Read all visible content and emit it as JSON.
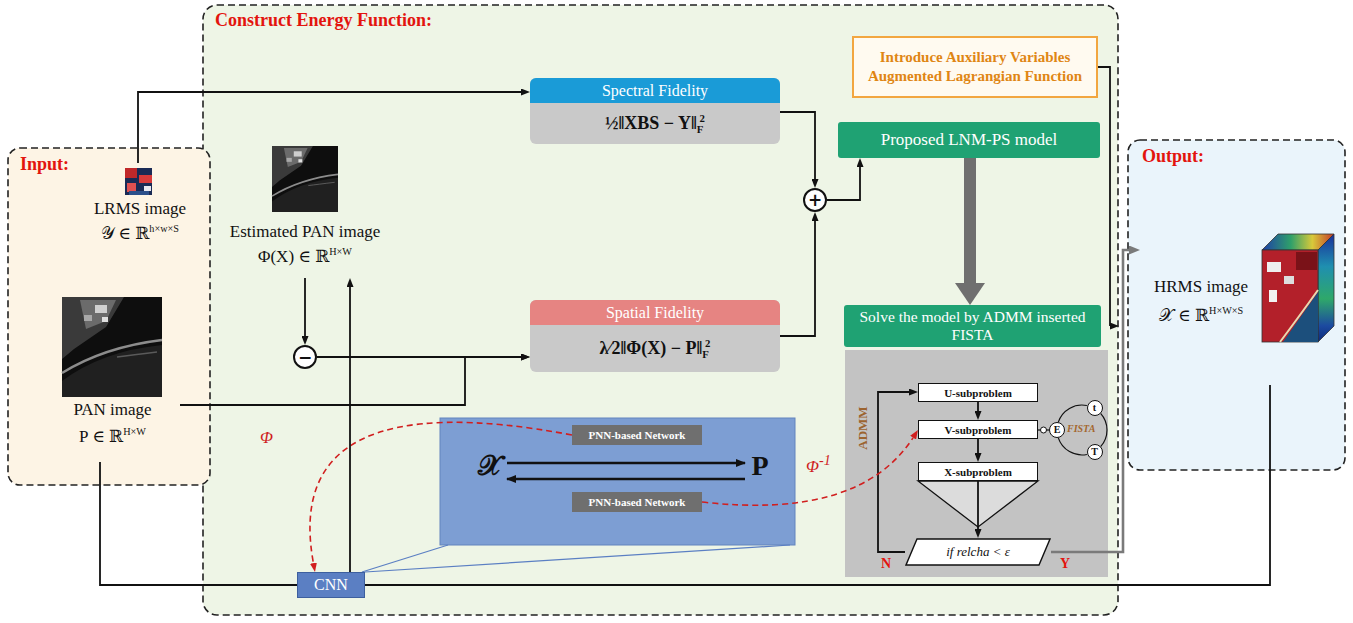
{
  "diagram": {
    "nodes": [
      {
        "text": [
          "Input:"
        ]
      },
      {
        "text": [
          "LRMS image",
          "𝒴 ∈ ℝh×w×S"
        ],
        "in": 0
      },
      {
        "text": [
          "PAN image",
          "P ∈ ℝH×W"
        ],
        "in": 0
      },
      {
        "text": [
          "Construct Energy Function:"
        ]
      },
      {
        "text": [
          "Spectral Fidelity",
          "½‖XBS − Y‖F2"
        ],
        "in": 3
      },
      {
        "text": [
          "Introduce Auxiliary Variables Augmented Lagrangian Function"
        ],
        "in": 3
      },
      {
        "text": [
          "Estimated PAN image",
          "Φ(X) ∈ ℝH×W"
        ],
        "in": 3
      },
      {
        "text": [
          "−"
        ],
        "in": 3
      },
      {
        "text": [
          "+"
        ],
        "in": 3
      },
      {
        "text": [
          "Proposed LNM-PS model"
        ],
        "in": 3
      },
      {
        "text": [
          "Spatial Fidelity",
          "λ⁄2‖Φ(X) − P‖F2"
        ],
        "in": 3
      },
      {
        "text": [
          "Solve the model by ADMM inserted FISTA"
        ],
        "in": 3
      },
      {
        "text": [
          "𝒳",
          "P"
        ],
        "in": 3
      },
      {
        "text": [
          "PNN-based Network"
        ],
        "in": 12
      },
      {
        "text": [
          "PNN-based Network"
        ],
        "in": 12
      },
      {
        "text": [
          "ADMM"
        ],
        "in": 3
      },
      {
        "text": [
          "U-subproblem"
        ],
        "in": 15
      },
      {
        "text": [
          "V-subproblem"
        ],
        "in": 15
      },
      {
        "text": [
          "E"
        ],
        "in": 15
      },
      {
        "text": [
          "t"
        ],
        "in": 15
      },
      {
        "text": [
          "T"
        ],
        "in": 15
      },
      {
        "text": [
          "X-subproblem"
        ],
        "in": 15
      },
      {
        "text": [
          "if relcha < ε"
        ],
        "in": 15
      },
      {
        "text": [
          "CNN"
        ],
        "in": 3
      },
      {
        "text": [
          "Output:"
        ]
      },
      {
        "text": [
          "HRMS image",
          "𝒳 ∈ ℝH×W×S"
        ],
        "in": 24
      }
    ],
    "edges": [
      {
        "from": 1,
        "to": 4,
        "arrow": "to"
      },
      {
        "from": 4,
        "to": 8,
        "arrow": "to"
      },
      {
        "from": 10,
        "to": 8,
        "arrow": "to"
      },
      {
        "from": 8,
        "to": 9,
        "arrow": "to"
      },
      {
        "from": 6,
        "to": 7,
        "arrow": "to"
      },
      {
        "from": 7,
        "to": 10,
        "arrow": "to"
      },
      {
        "from": 2,
        "to": 10,
        "arrow": "to"
      },
      {
        "from": 5,
        "to": 11,
        "arrow": "to"
      },
      {
        "from": 9,
        "to": 11,
        "arrow": "to"
      },
      {
        "from": 16,
        "to": 17,
        "arrow": "to"
      },
      {
        "from": 17,
        "to": 21,
        "arrow": "to"
      },
      {
        "from": 21,
        "to": 22,
        "arrow": "to"
      },
      {
        "from": 22,
        "to": 16,
        "label": "N",
        "arrow": "to"
      },
      {
        "from": 22,
        "to": 25,
        "label": "Y",
        "arrow": "to"
      },
      {
        "from": 17,
        "to": 18,
        "arrow": "none"
      },
      {
        "from": 18,
        "to": 19,
        "arrow": "none"
      },
      {
        "from": 19,
        "to": 20,
        "arrow": "none"
      },
      {
        "from": 20,
        "to": 18,
        "arrow": "none"
      },
      {
        "from": 13,
        "to": 23,
        "label": "Φ",
        "arrow": "to"
      },
      {
        "from": 14,
        "to": 17,
        "label": "Φ-1",
        "arrow": "to"
      },
      {
        "from": 2,
        "to": 23,
        "arrow": "none"
      },
      {
        "from": 25,
        "to": 23,
        "arrow": "none"
      },
      {
        "from": 23,
        "to": 6,
        "arrow": "to"
      },
      {
        "from": 23,
        "to": 12,
        "arrow": "none"
      }
    ],
    "labels": [
      "FISTA"
    ]
  }
}
